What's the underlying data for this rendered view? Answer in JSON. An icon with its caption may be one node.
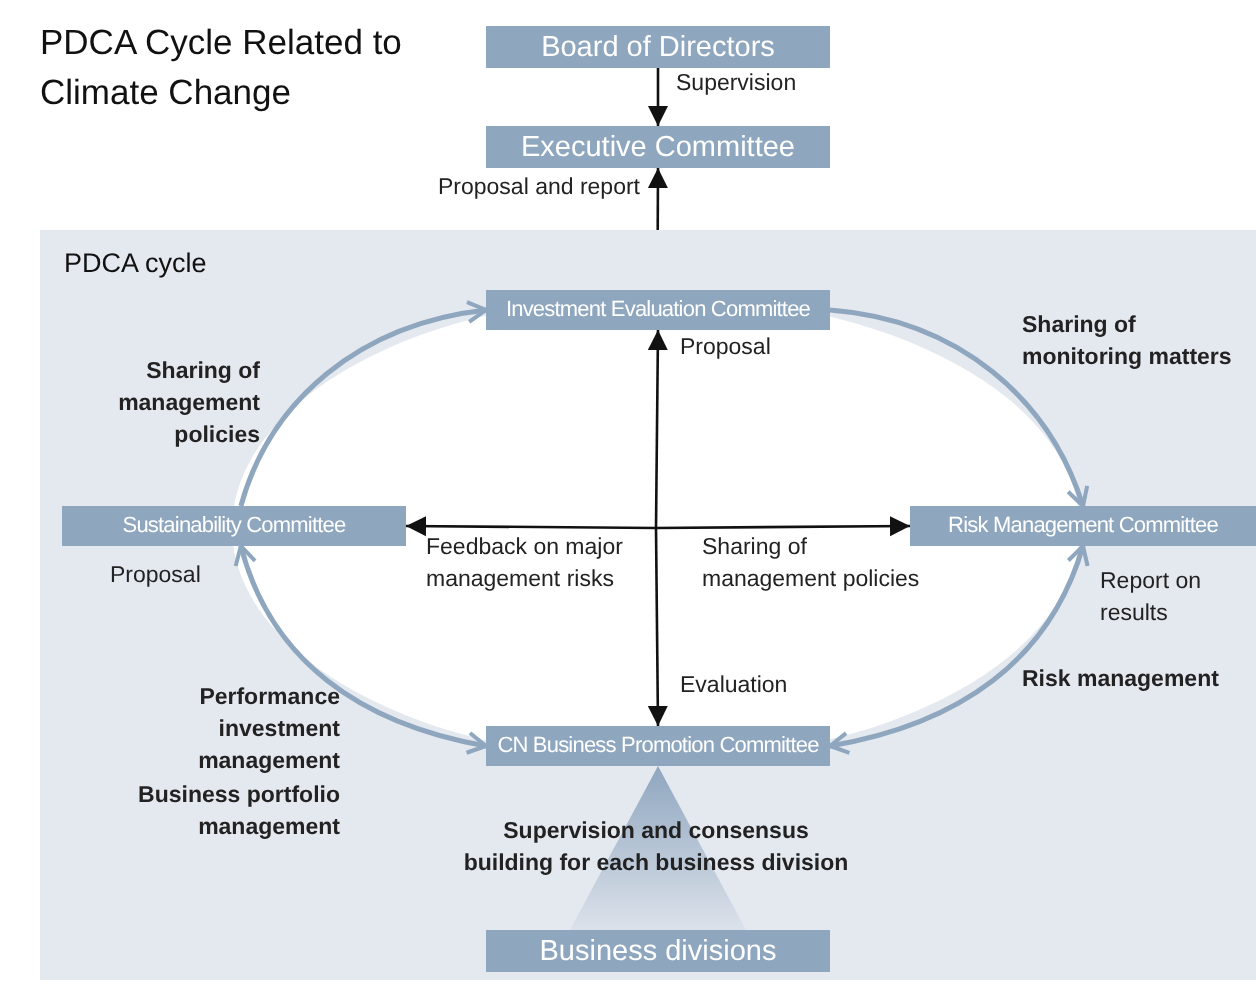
{
  "diagram": {
    "title": "PDCA Cycle Related to Climate Change",
    "nodes": [
      {
        "text": [
          "Board of Directors"
        ]
      },
      {
        "text": [
          "Executive Committee"
        ]
      },
      {
        "text": [
          "PDCA cycle"
        ]
      },
      {
        "text": [
          "Investment Evaluation Committee"
        ],
        "in": 2
      },
      {
        "text": [
          "Sustainability Committee"
        ],
        "in": 2
      },
      {
        "text": [
          "Risk Management Committee"
        ],
        "in": 2
      },
      {
        "text": [
          "CN Business Promotion Committee"
        ],
        "in": 2
      },
      {
        "text": [
          "Business divisions"
        ],
        "in": 2
      }
    ],
    "edges": [
      {
        "from": 0,
        "to": 1,
        "arrow": "to",
        "label": "Supervision"
      },
      {
        "from": 2,
        "to": 1,
        "arrow": "to",
        "label": "Proposal and report"
      },
      {
        "from": null,
        "to": 3,
        "arrow": "to",
        "label": "Proposal"
      },
      {
        "from": null,
        "to": 6,
        "arrow": "to",
        "label": "Evaluation"
      },
      {
        "from": null,
        "to": 4,
        "arrow": "to",
        "label": "Feedback on major management risks"
      },
      {
        "from": null,
        "to": 5,
        "arrow": "to",
        "label": "Sharing of management policies"
      },
      {
        "from": 4,
        "to": 3,
        "arrow": "to",
        "label": "Sharing of management policies",
        "color": "#8fa6bf"
      },
      {
        "from": 3,
        "to": 5,
        "arrow": "to",
        "label": "Sharing of monitoring matters",
        "color": "#8fa6bf"
      },
      {
        "from": 5,
        "to": 6,
        "arrow": "both",
        "label": "Risk management",
        "color": "#8fa6bf"
      },
      {
        "from": 6,
        "to": 4,
        "arrow": "both",
        "label": "Performance investment management",
        "color": "#8fa6bf"
      },
      {
        "from": 7,
        "to": 6,
        "arrow": "to",
        "label": "Supervision and consensus building for each business division",
        "style": "thick",
        "color": "#8fa6bf"
      }
    ],
    "labels": [
      "Proposal",
      "Report on results",
      "Business portfolio management"
    ]
  }
}
